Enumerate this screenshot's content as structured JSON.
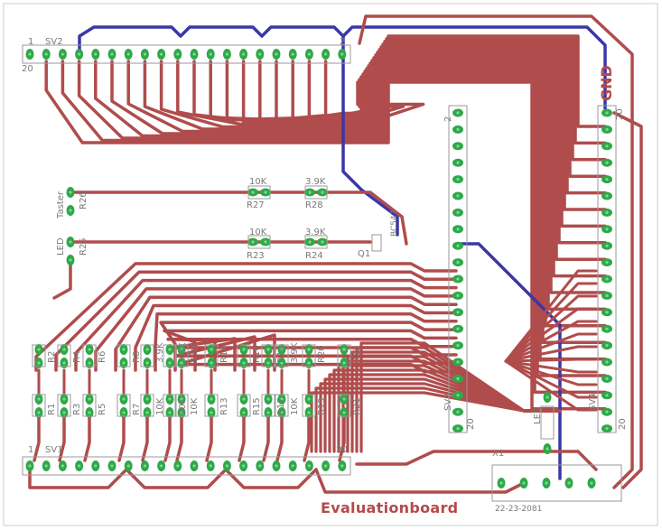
{
  "board": {
    "title": "Evaluationboard",
    "gnd_label": "GND",
    "part_number": "22-23-2081",
    "colors": {
      "trace_top": "#b04c4c",
      "trace_bottom": "#3a37a8",
      "pad": "#2fa84a",
      "pad_hole": "#7fd68c",
      "silkscreen": "#7a7a7a",
      "outline": "#9a9a9a"
    }
  },
  "connectors": {
    "sv2": {
      "name": "SV2",
      "pin_first": "1",
      "pin_last_top": "2",
      "pin_bottom": "20"
    },
    "sv1": {
      "name": "SV1",
      "pin_first": "1",
      "pin_last": "20"
    },
    "x1": {
      "name": "X1",
      "pin": "1"
    },
    "left_header": {
      "name": "SV3",
      "pin_top": "2",
      "pin_bottom": "20"
    },
    "right_header": {
      "name": "SV4",
      "pin_top": "20",
      "pin_bottom": "20"
    }
  },
  "components": {
    "r26": "R26",
    "r25": "R25",
    "taster": "Taster",
    "led": "LED",
    "r27": {
      "value": "10K",
      "name": "R27"
    },
    "r28": {
      "value": "3.9K",
      "name": "R28"
    },
    "r23": {
      "value": "10K",
      "name": "R23"
    },
    "r24": {
      "value": "3.9K",
      "name": "R24"
    },
    "q": {
      "name": "Q1",
      "part": "BC547"
    },
    "led_r": "LED",
    "upper_row": [
      "R2",
      "R4",
      "R6",
      "R8",
      "3.9K",
      "3.9K",
      "3.9K",
      "R14",
      "R16",
      "R18",
      "3.9K",
      "R20",
      "R22"
    ],
    "lower_row": [
      "R1",
      "R3",
      "R5",
      "R7",
      "10K",
      "10K",
      "10K",
      "R13",
      "R15",
      "R17",
      "10K",
      "R19",
      "R21"
    ]
  }
}
